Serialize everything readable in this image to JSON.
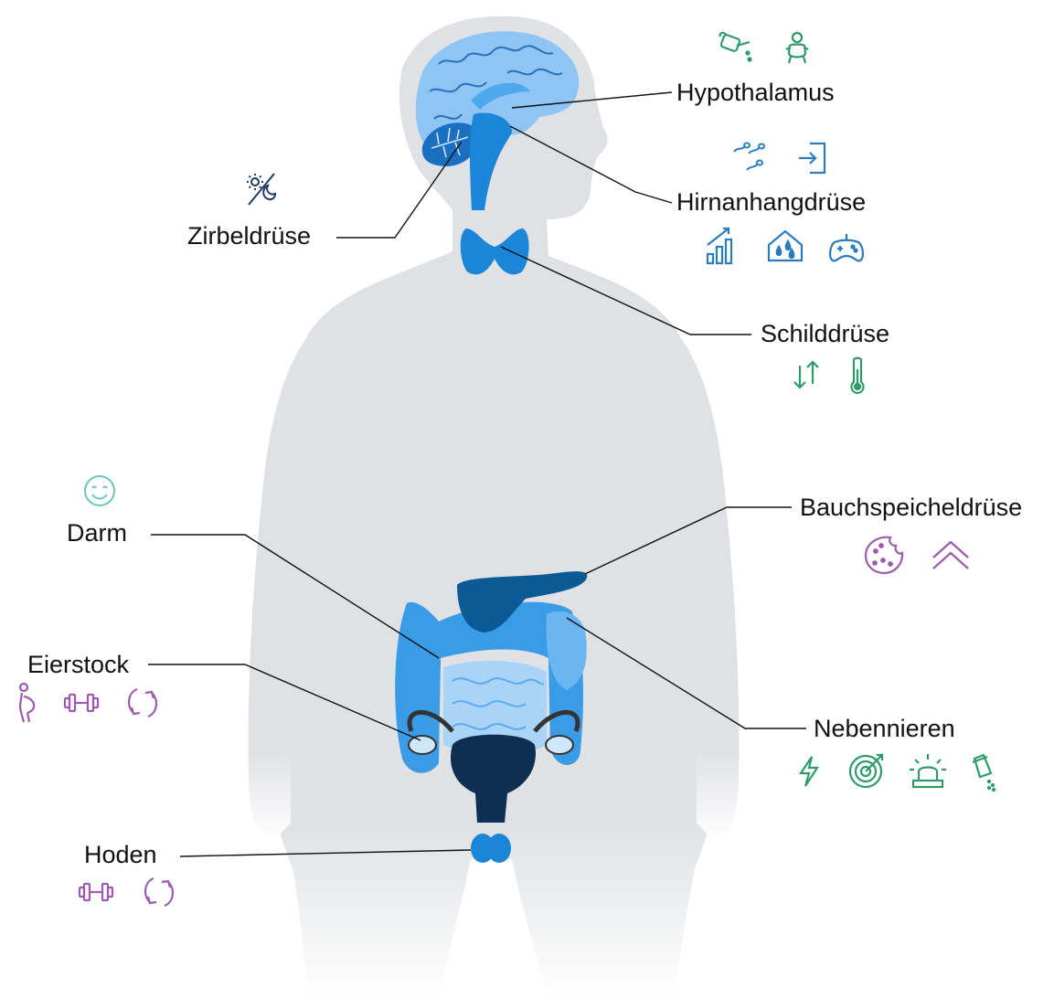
{
  "glands": {
    "hypothalamus": "Hypothalamus",
    "pituitary": "Hirnanhangdrüse",
    "pineal": "Zirbeldrüse",
    "thyroid": "Schilddrüse",
    "pancreas": "Bauchspeicheldrüse",
    "gut": "Darm",
    "adrenals": "Nebennieren",
    "ovary": "Eierstock",
    "testes": "Hoden"
  },
  "icons": {
    "hypothalamus": [
      "watering-can-icon",
      "baby-icon"
    ],
    "pituitary_top": [
      "sperm-icon",
      "enter-icon"
    ],
    "pituitary_bottom": [
      "growth-chart-icon",
      "house-water-icon",
      "gamepad-icon"
    ],
    "pineal": [
      "sun-moon-icon"
    ],
    "thyroid": [
      "up-down-arrows-icon",
      "thermometer-icon"
    ],
    "pancreas": [
      "cookie-icon",
      "double-chevron-up-icon"
    ],
    "gut": [
      "smiley-icon"
    ],
    "adrenals": [
      "lightning-icon",
      "target-icon",
      "alarm-light-icon",
      "salt-shaker-icon"
    ],
    "ovary": [
      "pregnancy-icon",
      "dumbbell-icon",
      "cycle-icon"
    ],
    "testes": [
      "dumbbell-icon",
      "cycle-icon"
    ]
  },
  "colors": {
    "body": "#dfe1e4",
    "brain": "#8ec5f5",
    "organ_blue": "#1b86d8",
    "organ_dark": "#0b5a96",
    "uterus": "#0d2f52",
    "icon_green": "#2e9a6a",
    "icon_blue": "#2a7bbf",
    "icon_purple": "#9b5bb0",
    "icon_teal": "#6cc4bf",
    "icon_navy": "#1d3b66"
  }
}
